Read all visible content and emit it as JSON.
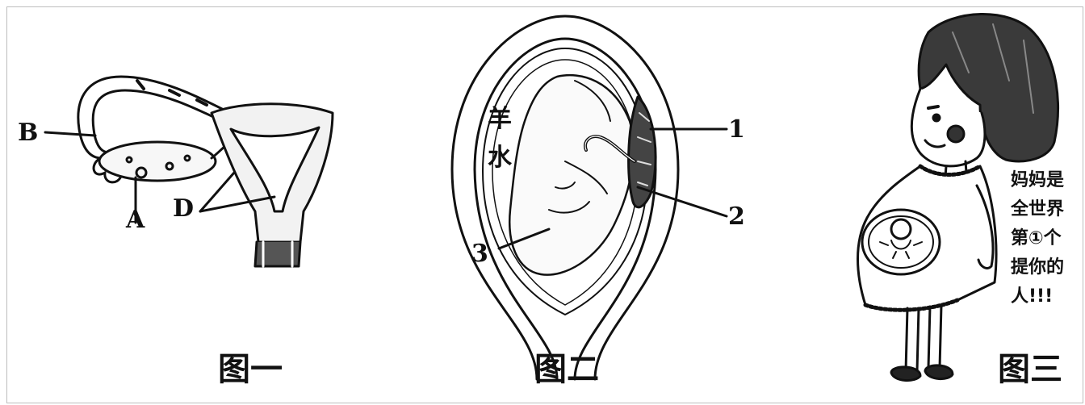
{
  "figure1": {
    "caption": "图一",
    "labels": {
      "A": "A",
      "B": "B",
      "D": "D"
    }
  },
  "figure2": {
    "caption": "图二",
    "amniotic_text": [
      "羊",
      "水"
    ],
    "labels": {
      "n1": "1",
      "n2": "2",
      "n3": "3"
    }
  },
  "figure3": {
    "caption": "图三",
    "speech_lines": [
      "妈妈是",
      "全世界",
      "第①个",
      "提你的",
      "人!!!"
    ]
  }
}
